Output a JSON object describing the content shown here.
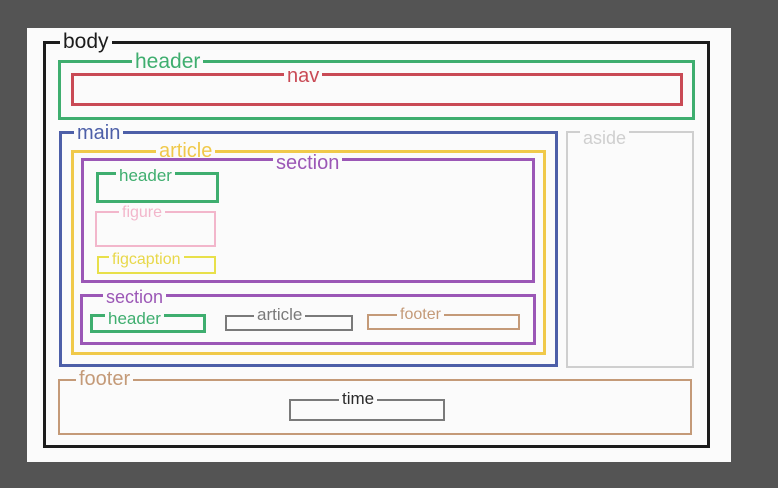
{
  "labels": {
    "body": "body",
    "header": "header",
    "nav": "nav",
    "main": "main",
    "article": "article",
    "section": "section",
    "inner_header": "header",
    "figure": "figure",
    "figcaption": "figcaption",
    "section2": "section",
    "section2_header": "header",
    "section2_article": "article",
    "section2_footer": "footer",
    "aside": "aside",
    "footer": "footer",
    "time": "time"
  },
  "colors": {
    "body": "#1c1c1c",
    "header": "#3fae6f",
    "nav": "#c94a55",
    "main": "#4d5fa8",
    "article": "#f0c94a",
    "section": "#9b57b6",
    "figure": "#f2b6cb",
    "figcaption": "#e8e04a",
    "aside": "#cfcfcf",
    "footer": "#c49a78",
    "time": "#7a7a7a"
  }
}
